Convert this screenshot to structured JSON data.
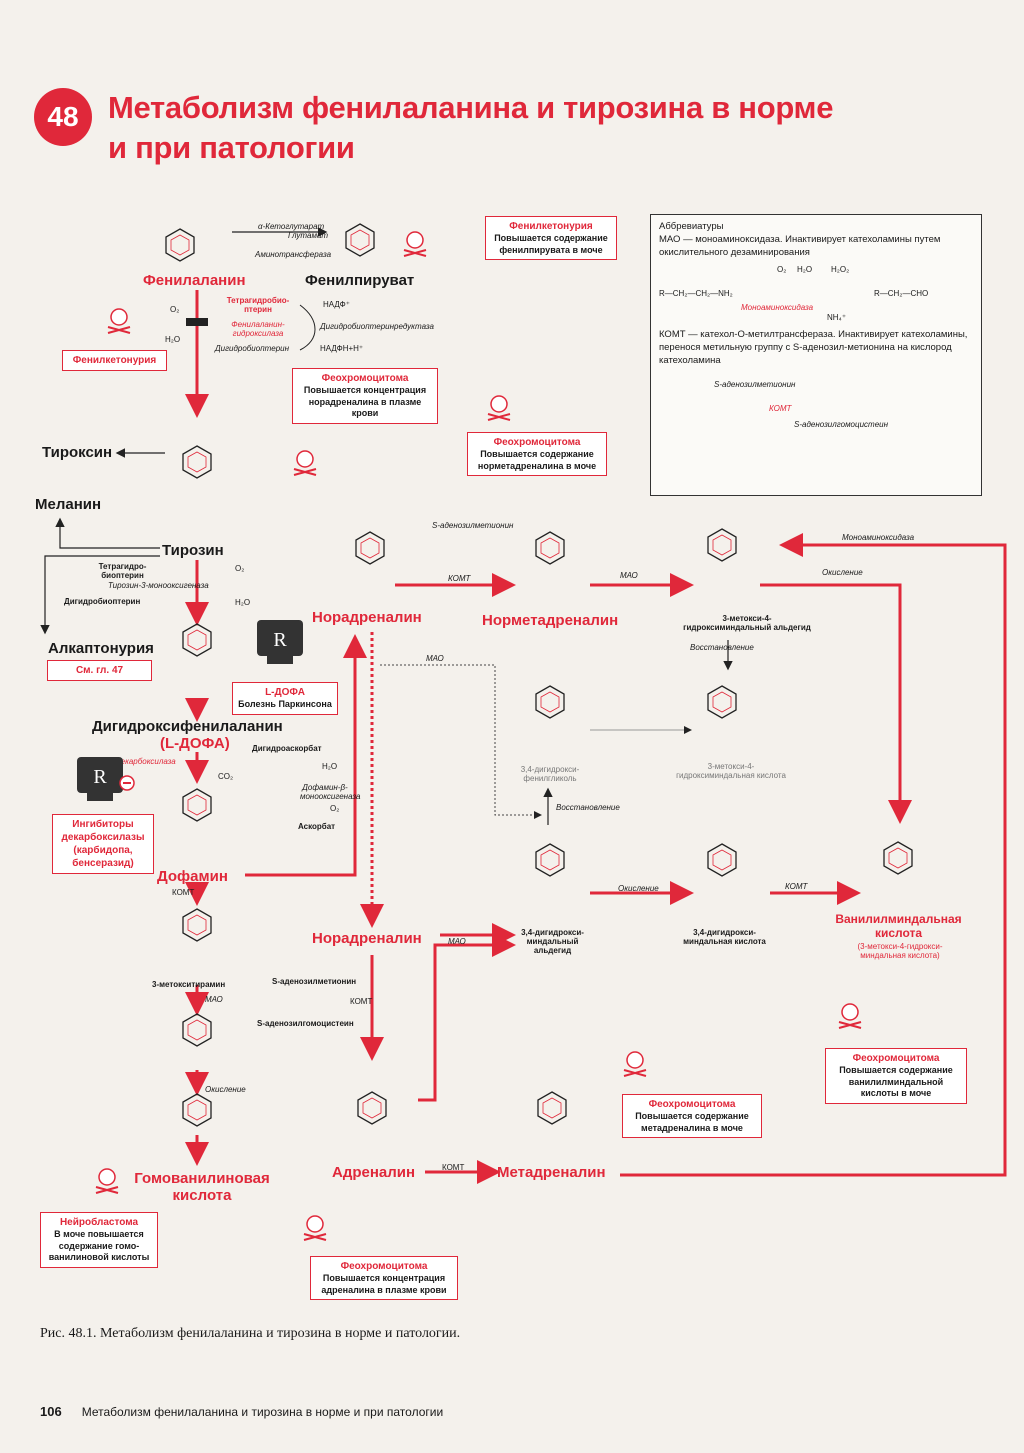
{
  "chapter_number": "48",
  "title_line1": "Метаболизм фенилаланина и тирозина в норме",
  "title_line2": "и при патологии",
  "compounds": {
    "phenylalanine": "Фенилаланин",
    "phenylpyruvate": "Фенилпируват",
    "thyroxine": "Тироксин",
    "melanin": "Меланин",
    "tyrosine": "Тирозин",
    "alkaptonuria": "Алкаптонурия",
    "dopa_line1": "Дигидроксифенилаланин",
    "dopa_line2": "(L-ДОФА)",
    "dopamine": "Дофамин",
    "methoxytyramine": "3-метокситирамин",
    "homovanillic": "Гомованилиновая кислота",
    "noradrenaline_top": "Норадреналин",
    "normetanephrine": "Норметадреналин",
    "mopeg_ald": "3-метокси-4-гидроксиминдальный альдегид",
    "dhpg": "3,4-дигидрокси-фенилгликоль",
    "mhpg": "3-метокси-4-гидроксиминдальная кислота",
    "dhma_ald": "3,4-дигидрокси-миндальный альдегид",
    "dhma": "3,4-дигидрокси-миндальная кислота",
    "vma": "Ванилилминдальная кислота",
    "vma_sub": "(3-метокси-4-гидрокси-миндальная кислота)",
    "noradrenaline_mid": "Норадреналин",
    "adrenaline": "Адреналин",
    "metanephrine": "Метадреналин"
  },
  "boxes": {
    "pku_top": {
      "title": "Фенилкетонурия",
      "text": "Повышается содержание фенилпирувата в моче"
    },
    "pku_left": {
      "title": "Фенилкетонурия"
    },
    "pheo_1": {
      "title": "Феохромоцитома",
      "text": "Повышается концентрация норадреналина в плазме крови"
    },
    "pheo_2": {
      "title": "Феохромоцитома",
      "text": "Повышается содержание норметадреналина в моче"
    },
    "alk_ref": {
      "title": "См. гл. 47"
    },
    "ldopa": {
      "title": "L-ДОФА",
      "text": "Болезнь Паркинсона"
    },
    "inhib": {
      "title": "Ингибиторы декарбоксилазы (карбидопа, бенсеразид)"
    },
    "pheo_3": {
      "title": "Феохромоцитома",
      "text": "Повышается содержание ванилилминдальной кислоты в моче"
    },
    "pheo_4": {
      "title": "Феохромоцитома",
      "text": "Повышается содержание метадреналина в моче"
    },
    "neuro": {
      "title": "Нейробластома",
      "text": "В моче повышается содержание гомо-ванилиновой кислоты"
    },
    "pheo_5": {
      "title": "Феохромоцитома",
      "text": "Повышается концентрация адреналина в плазме крови"
    }
  },
  "labels": {
    "ketoglut": "α-Кетоглутарат",
    "glutamate": "Глутамат",
    "aminotrans": "Аминотрансфераза",
    "bh4": "Тетрагидробио-птерин",
    "pah": "Фенилаланин-гидроксилаза",
    "bh2": "Дигидробиоптерин",
    "nadph": "НАДФ⁺",
    "dhpr": "Дигидробиоптеринредуктаза",
    "nadph_h": "НАДФН+Н⁺",
    "o2": "O₂",
    "h2o": "H₂O",
    "bh4_2": "Тетрагидро-биоптерин",
    "th": "Тирозин-3-монооксигеназа",
    "bh2_2": "Дигидробиоптерин",
    "decarb": "Декарбоксилаза",
    "co2": "CO₂",
    "dhasc": "Дигидроаскорбат",
    "dbh": "Дофамин-β-монооксигеназа",
    "asc": "Аскорбат",
    "sam": "S-аденозилметионин",
    "sah": "S-аденозилгомоцистеин",
    "komt": "КОМТ",
    "mao": "МАО",
    "oxidation": "Окисление",
    "reduction": "Восстановление",
    "mao_full": "Моноаминоксидаза"
  },
  "abbreviations": {
    "heading": "Аббревиатуры",
    "mao_line": "МАО — моноаминоксидаза. Инактивирует катехоламины путем окислительного дезаминирования",
    "mao_reaction_left": "R—CH₂—CH₂—NH₂",
    "mao_reaction_right": "R—CH₂—CHO",
    "mao_enzyme": "Моноаминоксидаза",
    "o2": "O₂",
    "h2o": "H₂O",
    "h2o2": "H₂O₂",
    "nh4": "NH₄⁺",
    "komt_line": "КОМТ — катехол-О-метилтрансфераза. Инактивирует катехоламины, перенося метильную группу с S-аденозил-метионина на кислород катехоламина",
    "sam": "S-аденозилметионин",
    "sah": "S-аденозилгомоцистеин",
    "komt": "КОМТ"
  },
  "caption": "Рис. 48.1. Метаболизм фенилаланина и тирозина в норме и патологии.",
  "footer_page": "106",
  "footer_text": "Метаболизм фенилаланина и тирозина в норме и при патологии",
  "colors": {
    "accent": "#e0283a",
    "ink": "#1a1a1a"
  }
}
